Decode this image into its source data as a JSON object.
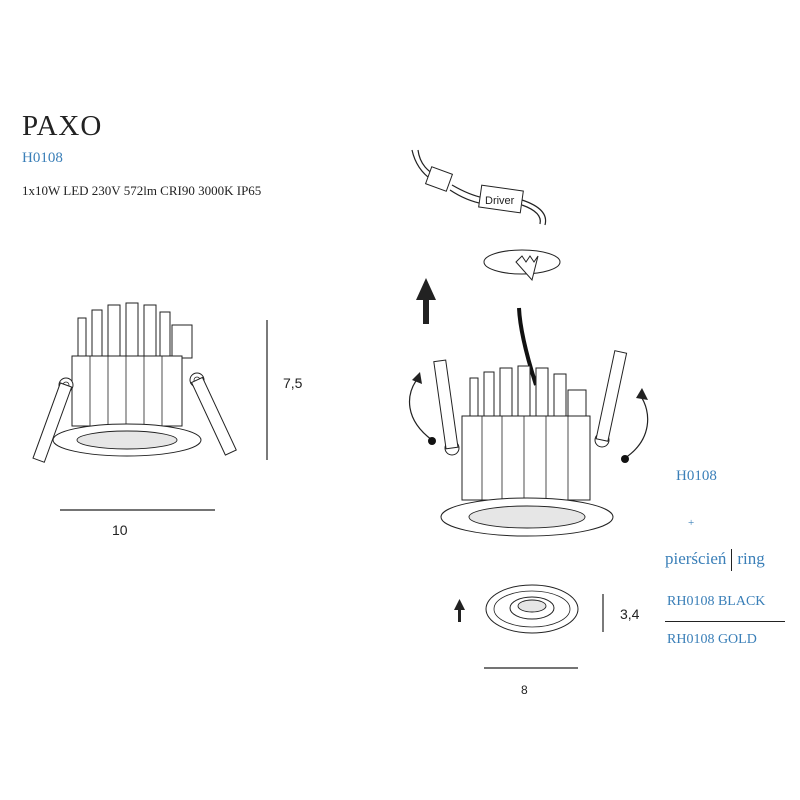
{
  "product": {
    "name": "PAXO",
    "code": "H0108",
    "specs": "1x10W LED 230V  572lm  CRI90  3000K  IP65"
  },
  "dimensions": {
    "width": "10",
    "height": "7,5",
    "ring_width": "8",
    "ring_height": "3,4"
  },
  "driver_label": "Driver",
  "legend": {
    "code": "H0108",
    "plus": "+",
    "ring_pl": "pierścień",
    "ring_en": "ring",
    "options": [
      "RH0108 BLACK",
      "RH0108 GOLD"
    ]
  },
  "colors": {
    "accent_blue": "#3a7fb8",
    "line": "#222222"
  }
}
